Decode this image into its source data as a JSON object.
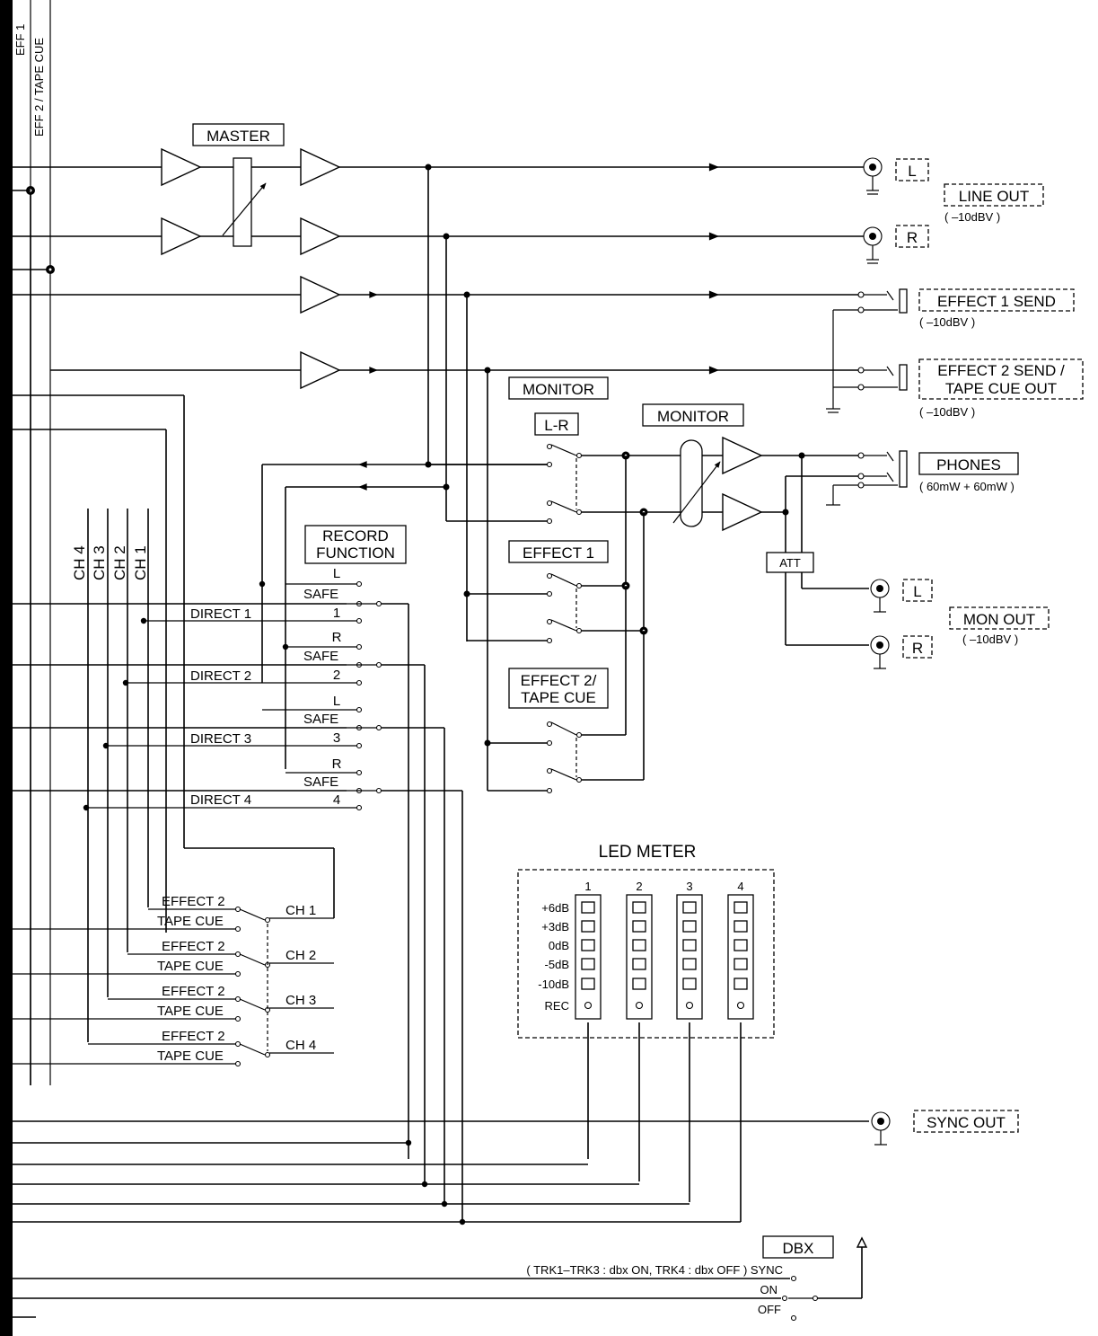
{
  "bus_labels": {
    "eff1": "EFF 1",
    "eff2_tape_cue": "EFF 2 / TAPE CUE"
  },
  "master": {
    "label": "MASTER"
  },
  "outputs": {
    "line_out": {
      "label": "LINE OUT",
      "level": "( –10dBV )",
      "left": "L",
      "right": "R"
    },
    "effect1_send": {
      "label": "EFFECT 1 SEND",
      "level": "( –10dBV )"
    },
    "effect2_send": {
      "label_line1": "EFFECT 2 SEND /",
      "label_line2": "TAPE CUE OUT",
      "level": "( –10dBV )"
    },
    "phones": {
      "label": "PHONES",
      "level": "( 60mW + 60mW )"
    },
    "mon_out": {
      "label": "MON OUT",
      "level": "( –10dBV )",
      "left": "L",
      "right": "R"
    },
    "sync_out": {
      "label": "SYNC OUT"
    }
  },
  "monitor_section": {
    "monitor_label": "MONITOR",
    "lr_label": "L-R",
    "monitor_level_label": "MONITOR",
    "effect1_label": "EFFECT 1",
    "effect2_line1": "EFFECT 2/",
    "effect2_line2": "TAPE CUE",
    "att_label": "ATT"
  },
  "channels": [
    "CH 4",
    "CH 3",
    "CH 2",
    "CH 1"
  ],
  "record_function": {
    "title_line1": "RECORD",
    "title_line2": "FUNCTION",
    "groups": [
      {
        "top": "L",
        "safe": "SAFE",
        "num": "1",
        "direct": "DIRECT 1"
      },
      {
        "top": "R",
        "safe": "SAFE",
        "num": "2",
        "direct": "DIRECT 2"
      },
      {
        "top": "L",
        "safe": "SAFE",
        "num": "3",
        "direct": "DIRECT 3"
      },
      {
        "top": "R",
        "safe": "SAFE",
        "num": "4",
        "direct": "DIRECT 4"
      }
    ]
  },
  "effect_switches": [
    {
      "effect": "EFFECT 2",
      "tape": "TAPE CUE",
      "ch": "CH 1"
    },
    {
      "effect": "EFFECT 2",
      "tape": "TAPE CUE",
      "ch": "CH 2"
    },
    {
      "effect": "EFFECT 2",
      "tape": "TAPE CUE",
      "ch": "CH 3"
    },
    {
      "effect": "EFFECT 2",
      "tape": "TAPE CUE",
      "ch": "CH 4"
    }
  ],
  "led_meter": {
    "title": "LED METER",
    "columns": [
      "1",
      "2",
      "3",
      "4"
    ],
    "rows": [
      "+6dB",
      "+3dB",
      "0dB",
      "-5dB",
      "-10dB",
      "REC"
    ]
  },
  "dbx": {
    "label": "DBX",
    "sync_label": "( TRK1–TRK3 : dbx ON, TRK4 : dbx OFF )  SYNC",
    "on_label": "ON",
    "off_label": "OFF"
  }
}
